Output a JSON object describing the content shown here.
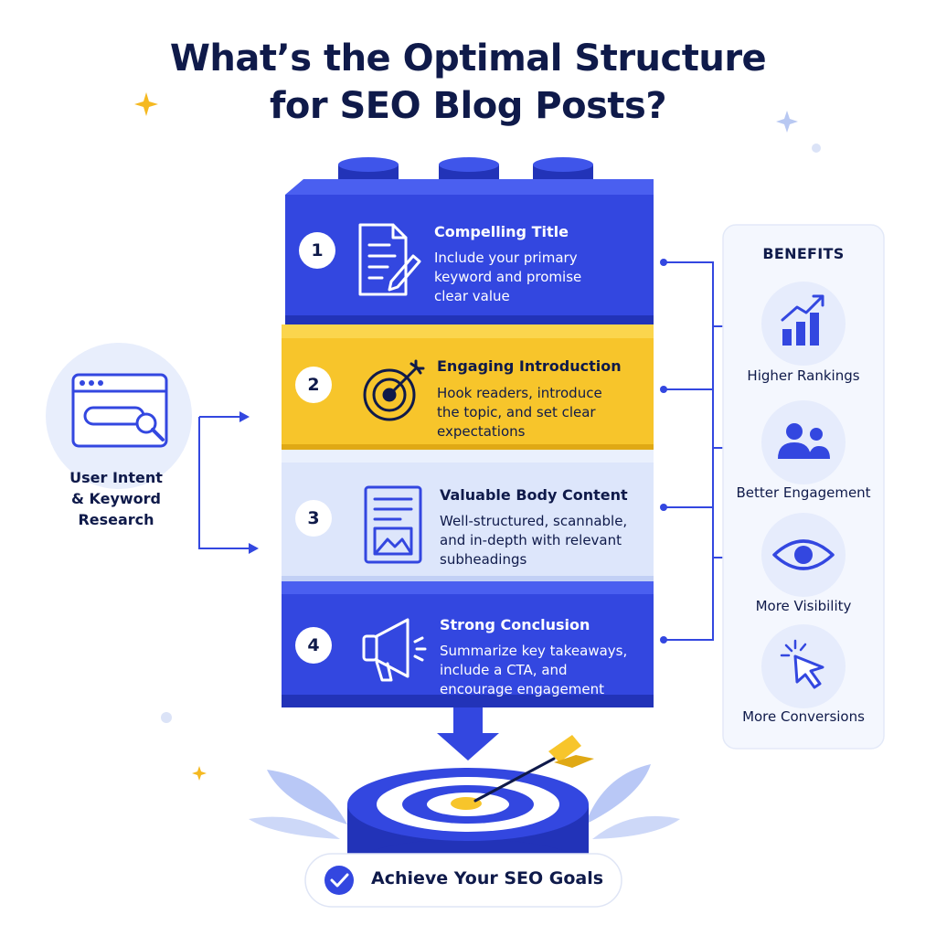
{
  "title": {
    "line1": "What’s the Optimal Structure",
    "line2": "for SEO Blog Posts?"
  },
  "steps": [
    {
      "number": "1",
      "title": "Compelling Title",
      "description": "Include your primary keyword and promise clear value",
      "icon": "document-edit-icon"
    },
    {
      "number": "2",
      "title": "Engaging Introduction",
      "description": "Hook readers, introduce the topic, and set clear expectations",
      "icon": "target-arrow-icon"
    },
    {
      "number": "3",
      "title": "Valuable Body Content",
      "description": "Well-structured, scannable, and in-depth with relevant subheadings",
      "icon": "article-image-icon"
    },
    {
      "number": "4",
      "title": "Strong Conclusion",
      "description": "Summarize key takeaways, include a CTA, and encourage engagement",
      "icon": "megaphone-icon"
    }
  ],
  "input": {
    "label": "User Intent\n& Keyword\nResearch",
    "icon": "browser-search-icon"
  },
  "benefits": {
    "heading": "BENEFITS",
    "items": [
      {
        "label": "Higher Rankings",
        "icon": "bar-chart-up-icon"
      },
      {
        "label": "Better Engagement",
        "icon": "users-icon"
      },
      {
        "label": "More Visibility",
        "icon": "eye-icon"
      },
      {
        "label": "More Conversions",
        "icon": "cursor-click-icon"
      }
    ]
  },
  "goal": {
    "label": "Achieve Your SEO Goals",
    "icon": "check-circle-icon"
  },
  "colors": {
    "navy": "#0f1a4a",
    "blue": "#3347e0",
    "blue_dark": "#2233b8",
    "yellow": "#f7c52b",
    "yellow_dark": "#e0a915",
    "light_blue": "#dde6fb",
    "light_blue_dark": "#c2d0f5",
    "panel": "#f4f7fe"
  }
}
